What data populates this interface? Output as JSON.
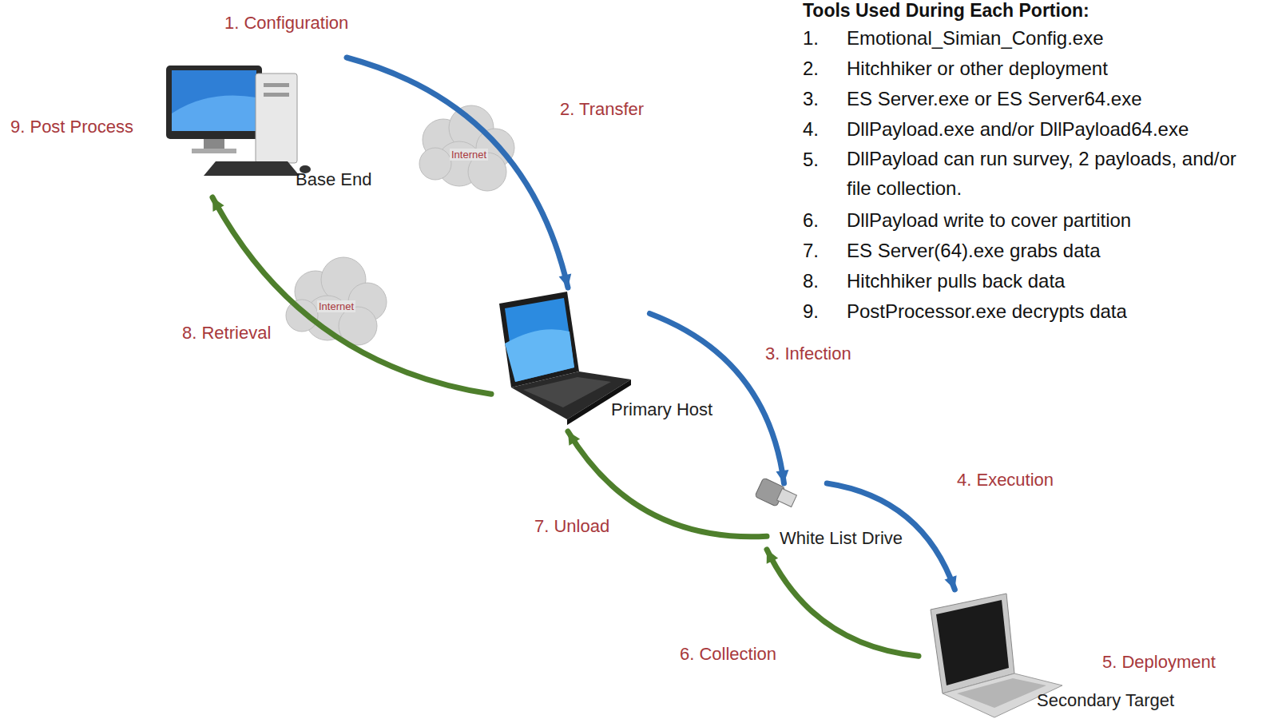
{
  "diagram": {
    "title": "Tools Used During Each Portion:",
    "nodes": [
      {
        "text": [
          "Base End"
        ]
      },
      {
        "text": [
          "Primary Host"
        ]
      },
      {
        "text": [
          "White List Drive"
        ]
      },
      {
        "text": [
          "Secondary Target"
        ]
      }
    ],
    "edges": [
      {
        "from": 0,
        "to": 1,
        "arrow": "to",
        "label": "2. Transfer"
      },
      {
        "from": 1,
        "to": 2,
        "arrow": "to",
        "label": "3. Infection"
      },
      {
        "from": 2,
        "to": 3,
        "arrow": "to",
        "label": "4. Execution"
      },
      {
        "from": 3,
        "to": 2,
        "arrow": "to",
        "label": "6. Collection"
      },
      {
        "from": 2,
        "to": 1,
        "arrow": "to",
        "label": "7. Unload"
      },
      {
        "from": 1,
        "to": 0,
        "arrow": "to",
        "label": "8. Retrieval"
      }
    ],
    "labels": [
      "1. Configuration",
      "5. Deployment",
      "9. Post Process",
      "Internet",
      "Internet",
      "1.",
      "Emotional_Simian_Config.exe",
      "2.",
      "Hitchhiker or other deployment",
      "3.",
      "ES Server.exe or ES Server64.exe",
      "4.",
      "DllPayload.exe and/or DllPayload64.exe",
      "5.",
      "DllPayload can run survey, 2 payloads, and/or file collection.",
      "6.",
      "DllPayload write to cover partition",
      "7.",
      "ES Server(64).exe grabs data",
      "8.",
      "Hitchhiker pulls back data",
      "9.",
      "PostProcessor.exe decrypts data"
    ]
  }
}
